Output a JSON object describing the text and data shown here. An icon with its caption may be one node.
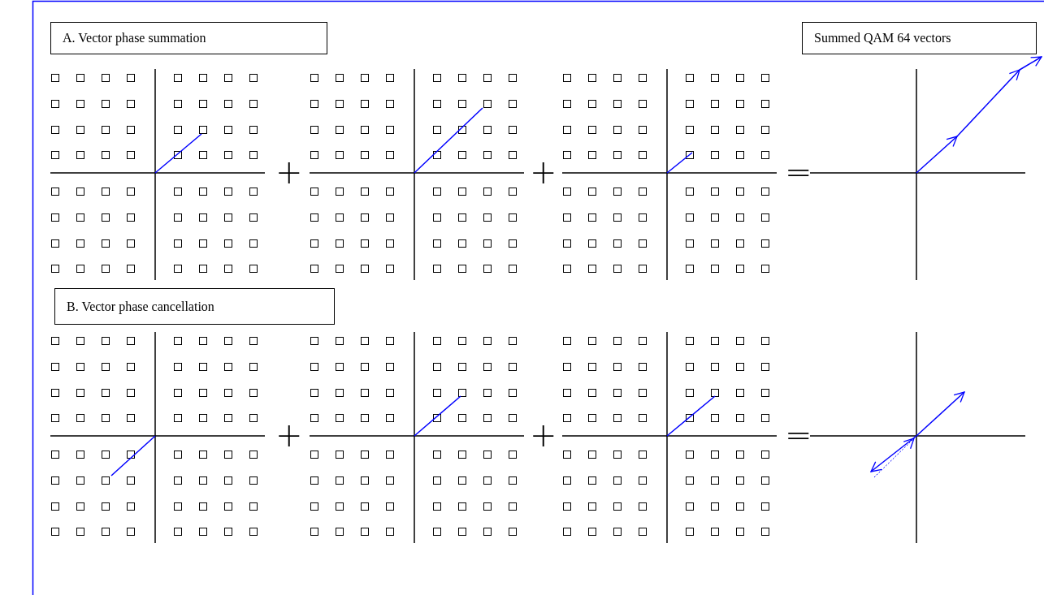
{
  "diagram": {
    "nodes": [
      {
        "text": [
          "A. Vector phase summation"
        ]
      },
      {
        "text": [
          "Summed QAM 64 vectors"
        ]
      },
      {
        "text": [
          "B. Vector phase cancellation"
        ]
      }
    ],
    "labels": [
      "+",
      "+",
      "=",
      "+",
      "+",
      "="
    ]
  }
}
